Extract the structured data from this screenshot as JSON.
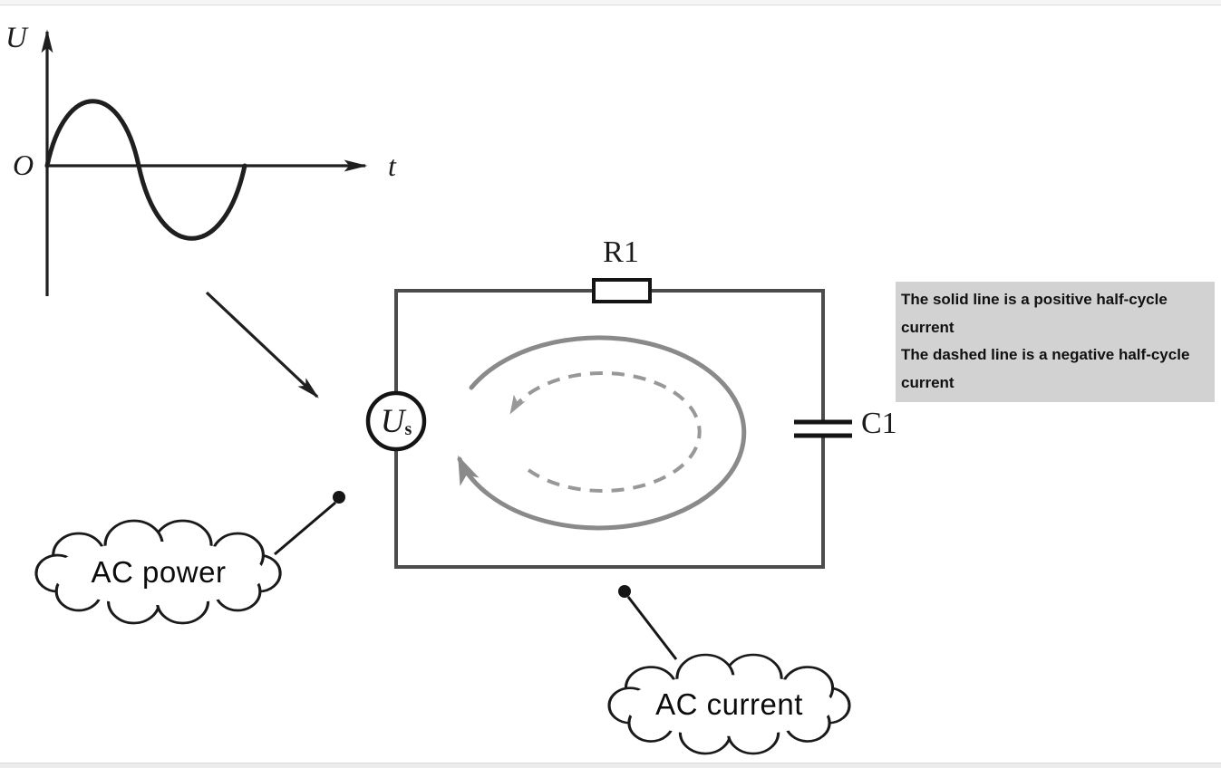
{
  "figure": {
    "waveform": {
      "y_axis": "U",
      "origin": "O",
      "x_axis": "t",
      "shape": "one full sine cycle starting at origin, positive half first"
    },
    "circuit": {
      "source_main": "U",
      "source_sub": "s",
      "resistor": "R1",
      "capacitor": "C1"
    },
    "loops": {
      "solid_direction": "clockwise",
      "dashed_direction": "counterclockwise"
    },
    "note": {
      "line1": "The solid line is a positive half-cycle current",
      "line2": "The dashed line is a negative half-cycle current"
    },
    "callouts": {
      "power": "AC power",
      "current": "AC current"
    },
    "colors": {
      "note_bg": "#d2d2d2",
      "wire": "#4c4c4c",
      "ink": "#1f1f1f",
      "loop_solid": "#8a8a8a",
      "loop_dashed": "#989898"
    }
  }
}
